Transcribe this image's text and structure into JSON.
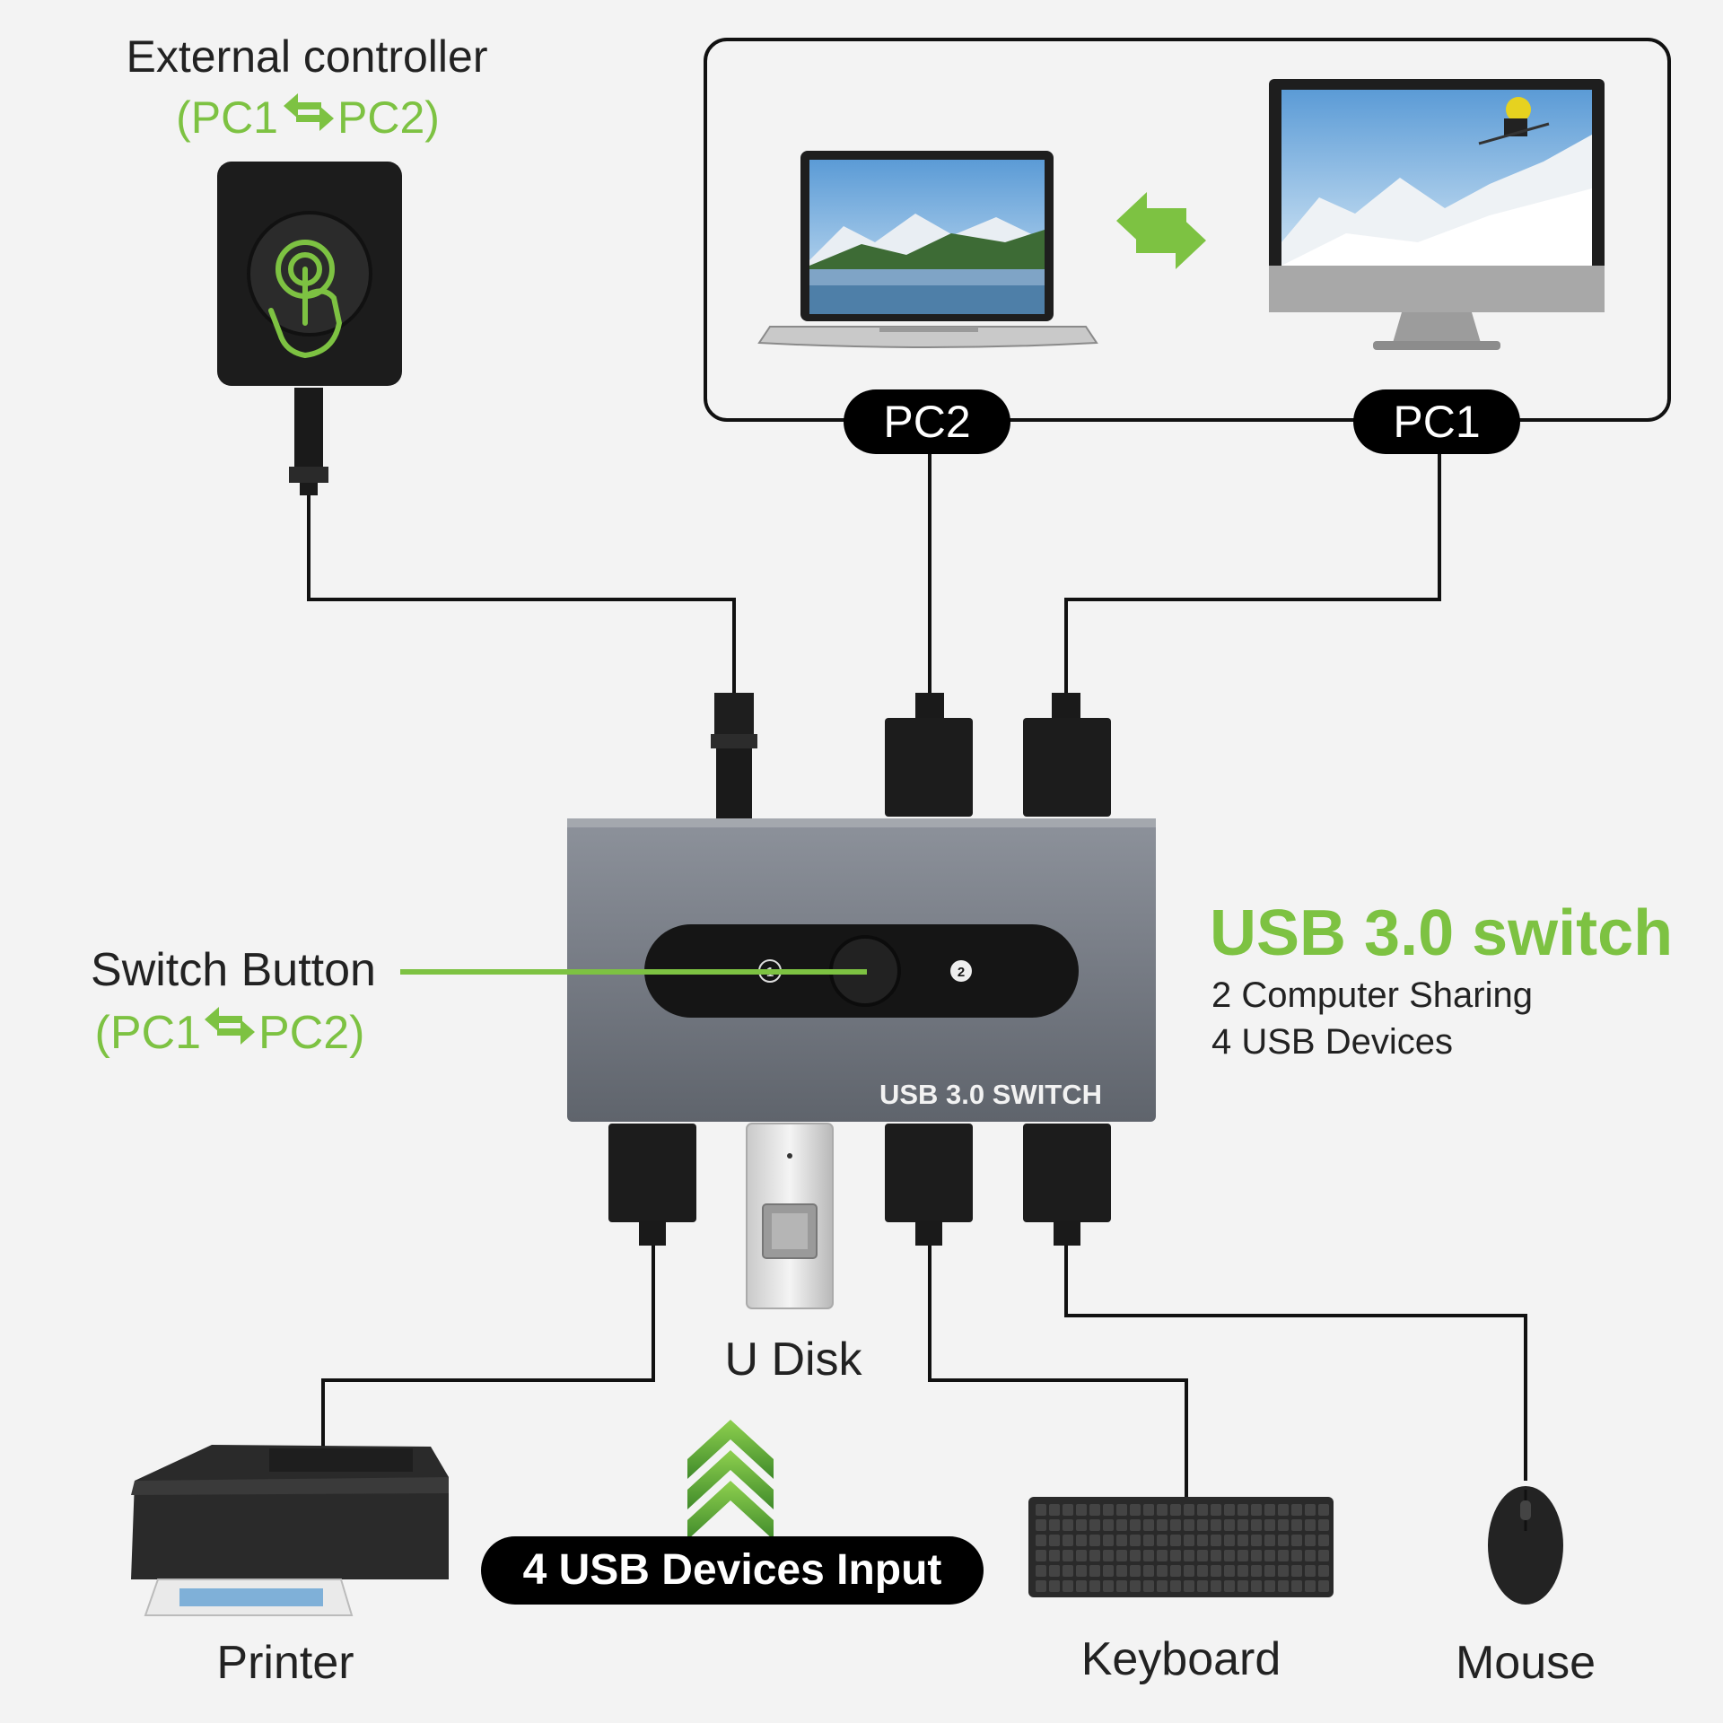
{
  "external_controller": {
    "title": "External controller",
    "subtitle_left": "(PC1",
    "subtitle_right": "PC2)"
  },
  "computers": {
    "pc2_label": "PC2",
    "pc1_label": "PC1"
  },
  "switch_button": {
    "title": "Switch Button",
    "subtitle_left": "(PC1",
    "subtitle_right": "PC2)"
  },
  "device": {
    "face_label": "USB 3.0 SWITCH",
    "port1_mark": "1",
    "port2_mark": "2"
  },
  "product": {
    "title": "USB 3.0 switch",
    "line1": "2 Computer Sharing",
    "line2": "4 USB Devices"
  },
  "peripherals": {
    "udisk": "U Disk",
    "printer": "Printer",
    "keyboard": "Keyboard",
    "mouse": "Mouse"
  },
  "input_badge": "4 USB Devices Input",
  "colors": {
    "accent_green": "#7dc242",
    "line": "#111111",
    "housing": "#7a7f88",
    "badge_bg": "#000000"
  }
}
